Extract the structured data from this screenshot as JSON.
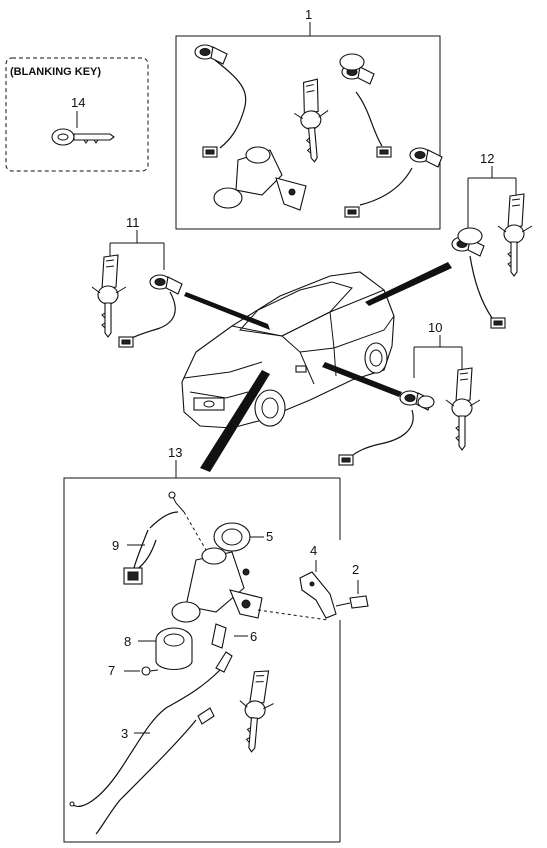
{
  "blanking_box": {
    "title": "(BLANKING KEY)"
  },
  "callouts": {
    "c1": "1",
    "c2": "2",
    "c3": "3",
    "c4": "4",
    "c5": "5",
    "c6": "6",
    "c7": "7",
    "c8": "8",
    "c9": "9",
    "c10": "10",
    "c11": "11",
    "c12": "12",
    "c13": "13",
    "c14": "14"
  },
  "colors": {
    "line": "#111111",
    "background": "#ffffff"
  },
  "icons": [
    "car-illustration",
    "key-icon",
    "lock-cylinder-icon",
    "connector-icon"
  ]
}
